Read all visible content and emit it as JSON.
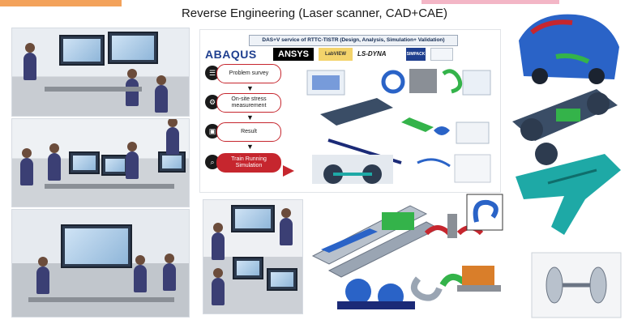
{
  "slide": {
    "title": "Reverse Engineering (Laser scanner, CAD+CAE)"
  },
  "services_panel": {
    "header": "DAS+V service of RTTC-TISTR (Design, Analysis, Simulation+ Validation)",
    "logos": {
      "abaqus": "ABAQUS",
      "ansys": "ANSYS",
      "labview": "LabVIEW",
      "lsdyna": "LS-DYNA",
      "simpack": "SIMPACK"
    },
    "steps": [
      {
        "label": "Problem survey",
        "icon": "survey-icon"
      },
      {
        "label": "On-site stress measurement",
        "icon": "gear-icon"
      },
      {
        "label": "Result",
        "icon": "monitor-icon"
      },
      {
        "label": "Train Running Simulation",
        "icon": "search-icon"
      }
    ]
  },
  "colors": {
    "accent_red": "#c6262e",
    "header_blue": "#142b52",
    "fea_teal": "#1ea9a6",
    "fea_green": "#34b34a",
    "fea_blue": "#2a63c7"
  }
}
